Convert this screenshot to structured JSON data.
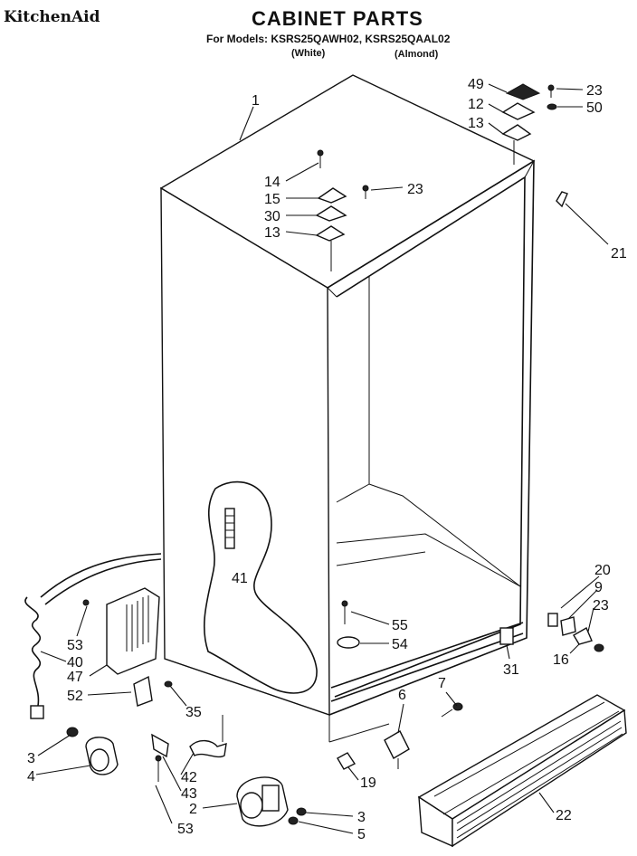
{
  "header": {
    "brand": "KitchenAid",
    "title": "CABINET PARTS",
    "models_line": "For Models: KSRS25QAWH02, KSRS25QAAL02",
    "variant_white": "(White)",
    "variant_almond": "(Almond)"
  },
  "callouts": [
    {
      "id": "c1",
      "label": "1"
    },
    {
      "id": "c49",
      "label": "49"
    },
    {
      "id": "c12",
      "label": "12"
    },
    {
      "id": "c13a",
      "label": "13"
    },
    {
      "id": "c23a",
      "label": "23"
    },
    {
      "id": "c50",
      "label": "50"
    },
    {
      "id": "c14",
      "label": "14"
    },
    {
      "id": "c15",
      "label": "15"
    },
    {
      "id": "c23b",
      "label": "23"
    },
    {
      "id": "c30",
      "label": "30"
    },
    {
      "id": "c13b",
      "label": "13"
    },
    {
      "id": "c21",
      "label": "21"
    },
    {
      "id": "c41",
      "label": "41"
    },
    {
      "id": "c20",
      "label": "20"
    },
    {
      "id": "c9",
      "label": "9"
    },
    {
      "id": "c23c",
      "label": "23"
    },
    {
      "id": "c16",
      "label": "16"
    },
    {
      "id": "c55",
      "label": "55"
    },
    {
      "id": "c54",
      "label": "54"
    },
    {
      "id": "c31",
      "label": "31"
    },
    {
      "id": "c53a",
      "label": "53"
    },
    {
      "id": "c40",
      "label": "40"
    },
    {
      "id": "c47",
      "label": "47"
    },
    {
      "id": "c52",
      "label": "52"
    },
    {
      "id": "c35",
      "label": "35"
    },
    {
      "id": "c7",
      "label": "7"
    },
    {
      "id": "c6",
      "label": "6"
    },
    {
      "id": "c3a",
      "label": "3"
    },
    {
      "id": "c4",
      "label": "4"
    },
    {
      "id": "c42",
      "label": "42"
    },
    {
      "id": "c43",
      "label": "43"
    },
    {
      "id": "c19",
      "label": "19"
    },
    {
      "id": "c2",
      "label": "2"
    },
    {
      "id": "c53b",
      "label": "53"
    },
    {
      "id": "c3b",
      "label": "3"
    },
    {
      "id": "c5",
      "label": "5"
    },
    {
      "id": "c22",
      "label": "22"
    }
  ]
}
